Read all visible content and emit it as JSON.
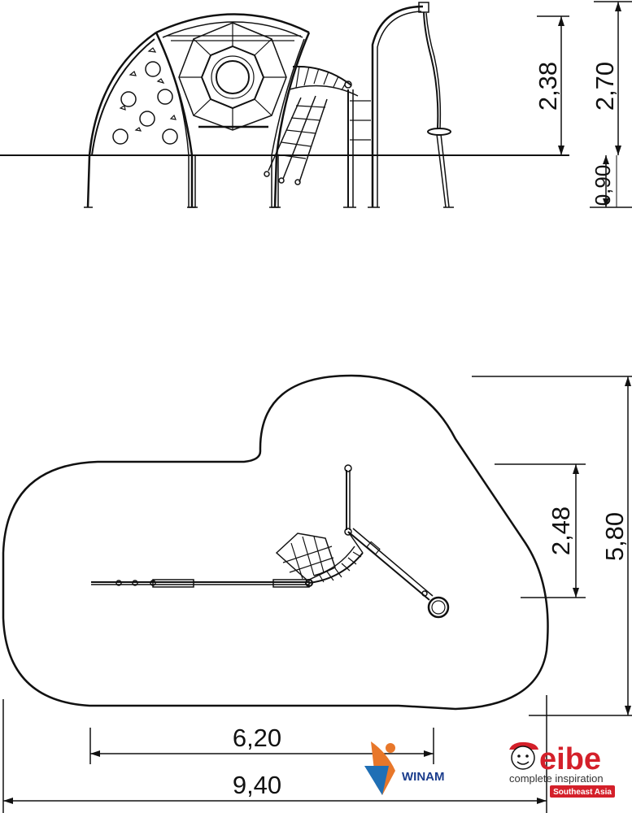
{
  "elevation_view": {
    "dimensions": {
      "height_platform": "2,38",
      "height_total": "2,70",
      "foundation_depth": "0,90"
    }
  },
  "plan_view": {
    "dimensions": {
      "equipment_width": "2,48",
      "zone_width": "5,80",
      "equipment_length": "6,20",
      "zone_length": "9,40"
    }
  },
  "logos": {
    "winam": {
      "name": "WINAM"
    },
    "eibe": {
      "name": "eibe",
      "tagline": "complete inspiration",
      "region": "Southeast Asia",
      "accent_color": "#d4202a"
    }
  }
}
